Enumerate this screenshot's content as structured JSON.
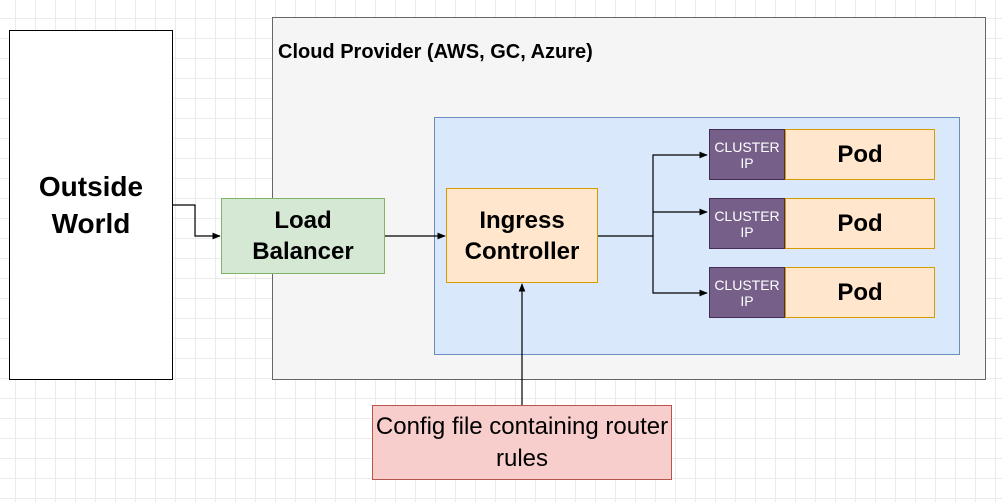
{
  "outside_world": "Outside World",
  "cloud_title": "Cloud Provider (AWS, GC, Azure)",
  "load_balancer": "Load Balancer",
  "ingress_controller": "Ingress Controller",
  "pods": [
    {
      "cluster_ip": "CLUSTER IP",
      "label": "Pod"
    },
    {
      "cluster_ip": "CLUSTER IP",
      "label": "Pod"
    },
    {
      "cluster_ip": "CLUSTER IP",
      "label": "Pod"
    }
  ],
  "config_file": "Config file containing router rules",
  "colors": {
    "cloud_fill": "#f5f5f5",
    "cluster_fill": "#dae8fc",
    "load_balancer_fill": "#d5e8d4",
    "ingress_fill": "#ffe6cc",
    "cluster_ip_fill": "#76608a",
    "pod_fill": "#ffe6cc",
    "config_fill": "#f8cecc"
  }
}
